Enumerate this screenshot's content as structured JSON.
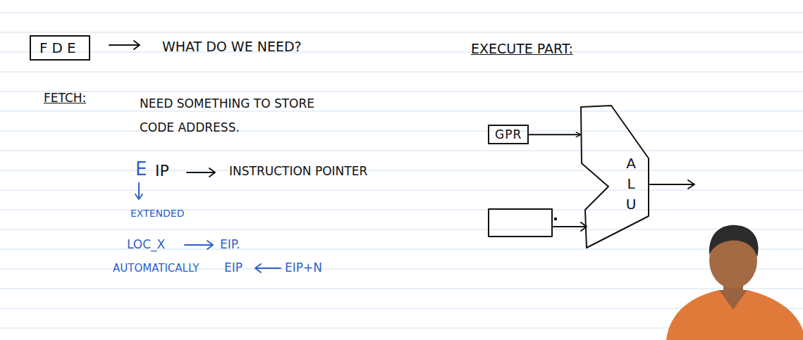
{
  "diagram": {
    "nodes": [
      {
        "text": [
          "FDE"
        ]
      },
      {
        "text": [
          "GPR"
        ]
      },
      {
        "text": [
          "A L U"
        ]
      }
    ],
    "edges": [
      {
        "from": 1,
        "to": 2,
        "arrow": "to"
      }
    ],
    "labels": [
      "WHAT DO WE NEED?",
      "EXECUTE PART:",
      "FETCH:",
      "NEED SOMETHING TO STORE CODE ADDRESS.",
      "E",
      "IP",
      "INSTRUCTION POINTER",
      "EXTENDED",
      "LOC_X",
      "EIP.",
      "AUTOMATICALLY",
      "EIP",
      "EIP+N"
    ]
  }
}
